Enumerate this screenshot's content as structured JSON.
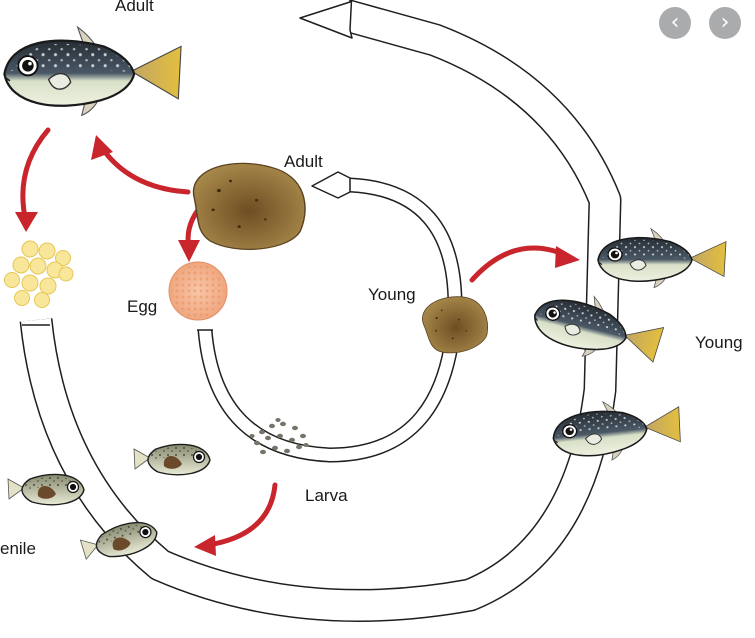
{
  "labels": {
    "adult_fish": "Adult",
    "adult_stage": "Adult",
    "egg": "Egg",
    "young_stage": "Young",
    "young_fish": "Young",
    "larva": "Larva",
    "juvenile": "enile"
  },
  "navigation": {
    "prev_icon": "chevron-left-icon",
    "prev_glyph": "‹",
    "next_icon": "chevron-right-icon",
    "next_glyph": "›"
  },
  "colors": {
    "arrow_red": "#c8252c",
    "fish_dark": "#2b3137",
    "fish_belly": "#e6ebd9",
    "fish_tail": "#d6b657",
    "egg_yellow": "#f8e79a",
    "egg_pink": "#f2b291",
    "blob_brown": "#9a7840",
    "nav_gray": "#a9abad"
  }
}
